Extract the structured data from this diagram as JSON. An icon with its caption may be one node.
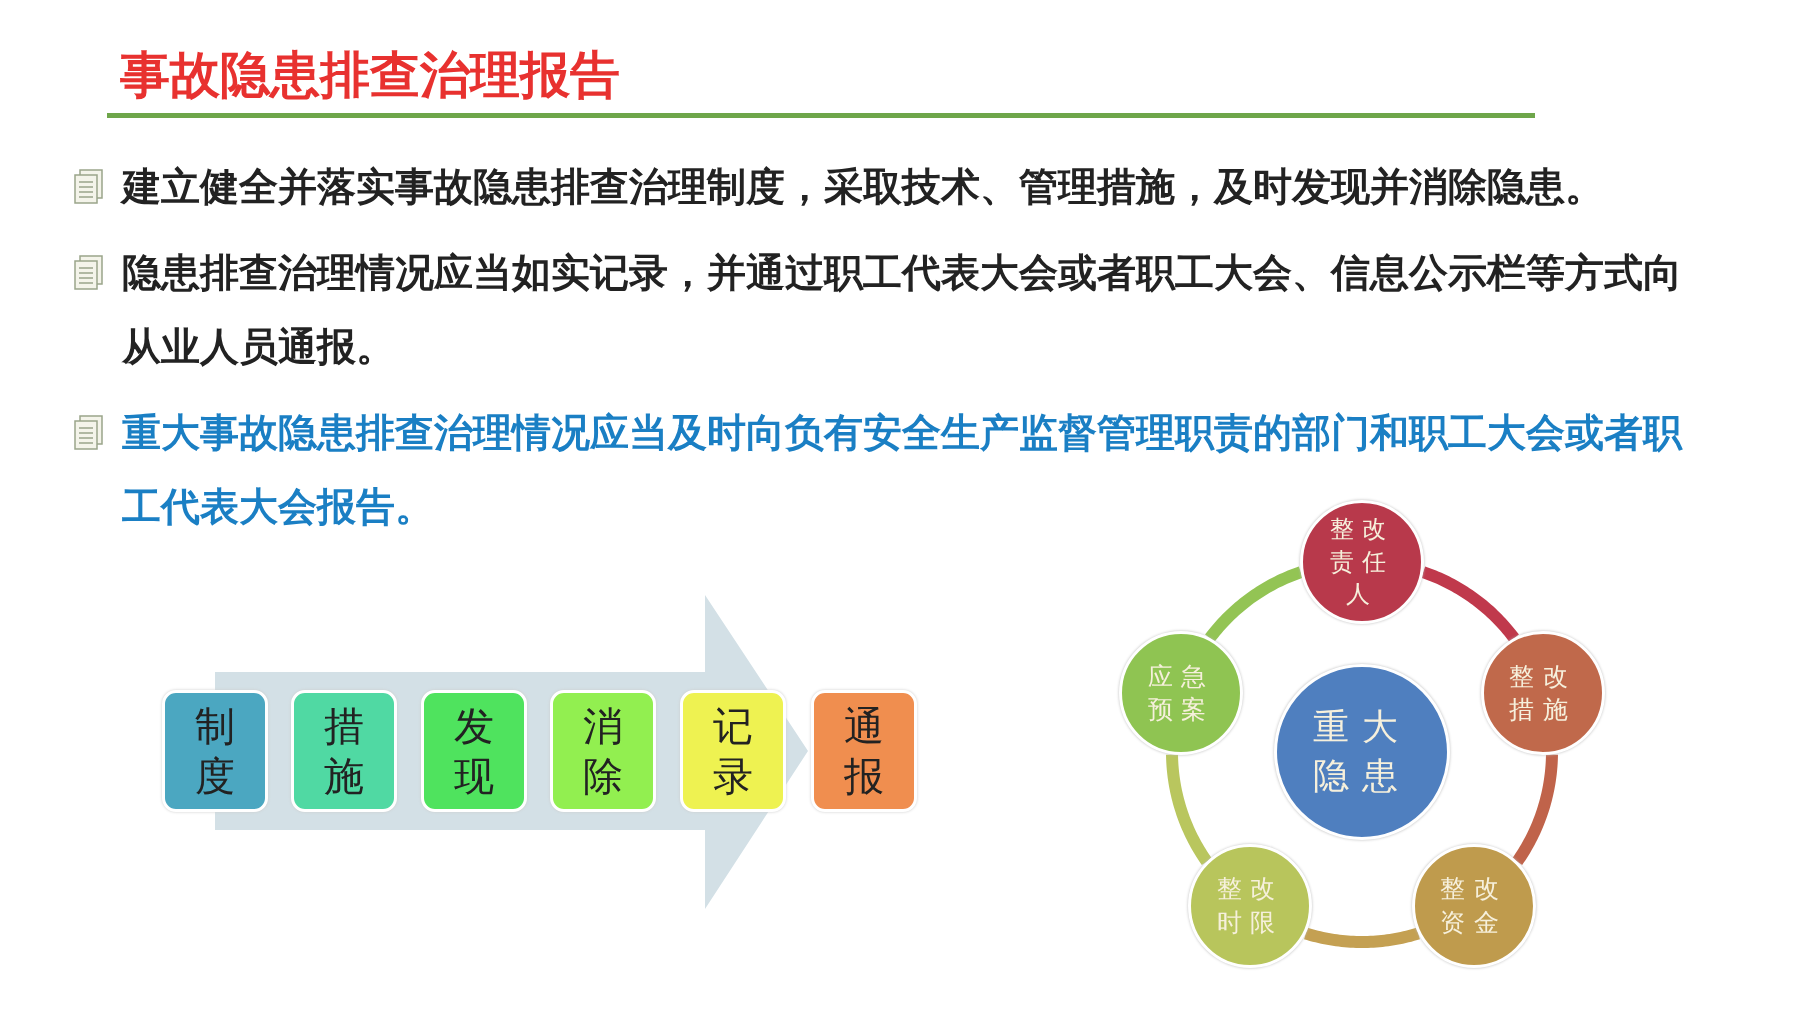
{
  "diagram": {
    "title": "事故隐患排查治理报告",
    "nodes": [
      {
        "text": [
          "制度"
        ]
      },
      {
        "text": [
          "措施"
        ]
      },
      {
        "text": [
          "发现"
        ]
      },
      {
        "text": [
          "消除"
        ]
      },
      {
        "text": [
          "记录"
        ]
      },
      {
        "text": [
          "通报"
        ]
      },
      {
        "text": [
          "重大隐患"
        ]
      },
      {
        "text": [
          "整改责任人"
        ]
      },
      {
        "text": [
          "整改措施"
        ]
      },
      {
        "text": [
          "整改资金"
        ]
      },
      {
        "text": [
          "整改时限"
        ]
      },
      {
        "text": [
          "应急预案"
        ]
      }
    ],
    "edges": [
      {
        "from": 0,
        "to": 5,
        "arrow": "to",
        "style": "thick",
        "color": "#d3e0e6"
      },
      {
        "from": 7,
        "to": 8,
        "arrow": "none",
        "color": "#c0394c"
      },
      {
        "from": 8,
        "to": 9,
        "arrow": "none",
        "color": "#c0634a"
      },
      {
        "from": 9,
        "to": 10,
        "arrow": "none",
        "color": "#c4a052"
      },
      {
        "from": 10,
        "to": 11,
        "arrow": "none",
        "color": "#b9c65e"
      },
      {
        "from": 11,
        "to": 7,
        "arrow": "none",
        "color": "#93c454"
      }
    ],
    "labels": [
      "建立健全并落实事故隐患排查治理制度，采取技术、管理措施，及时发现并消除隐患。",
      "隐患排查治理情况应当如实记录，并通过职工代表大会或者职工大会、信息公示栏等方式向从业人员通报。",
      "重大事故隐患排查治理情况应当及时向负有安全生产监督管理职责的部门和职工大会或者职工代表大会报告。"
    ]
  }
}
